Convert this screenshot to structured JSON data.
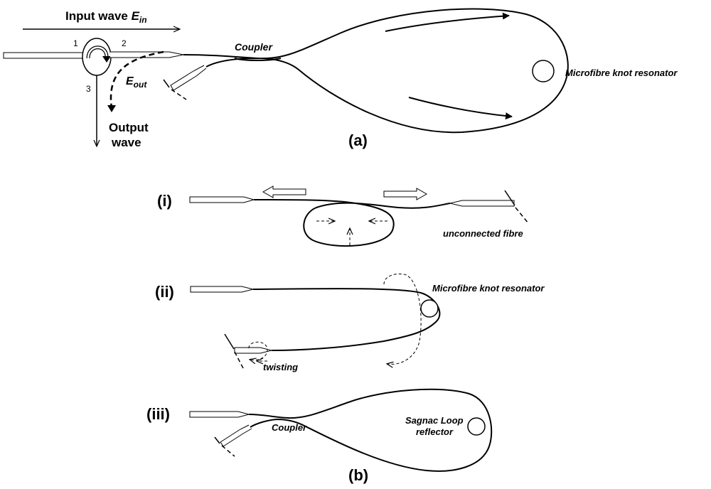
{
  "panel_a": {
    "input_wave_prefix": "Input wave ",
    "input_wave_symbol": "E",
    "input_wave_sub": "in",
    "port_1": "1",
    "port_2": "2",
    "port_3": "3",
    "e_out_symbol": "E",
    "e_out_sub": "out",
    "output_wave_line1": "Output",
    "output_wave_line2": "wave",
    "coupler": "Coupler",
    "knot": "Microfibre knot resonator",
    "label": "(a)"
  },
  "panel_b": {
    "i_label": "(i)",
    "i_unconnected": "unconnected fibre",
    "ii_label": "(ii)",
    "ii_knot": "Microfibre knot resonator",
    "ii_twisting": "twisting",
    "iii_label": "(iii)",
    "iii_coupler": "Coupler",
    "iii_sagnac_line1": "Sagnac Loop",
    "iii_sagnac_line2": "reflector",
    "label": "(b)"
  }
}
